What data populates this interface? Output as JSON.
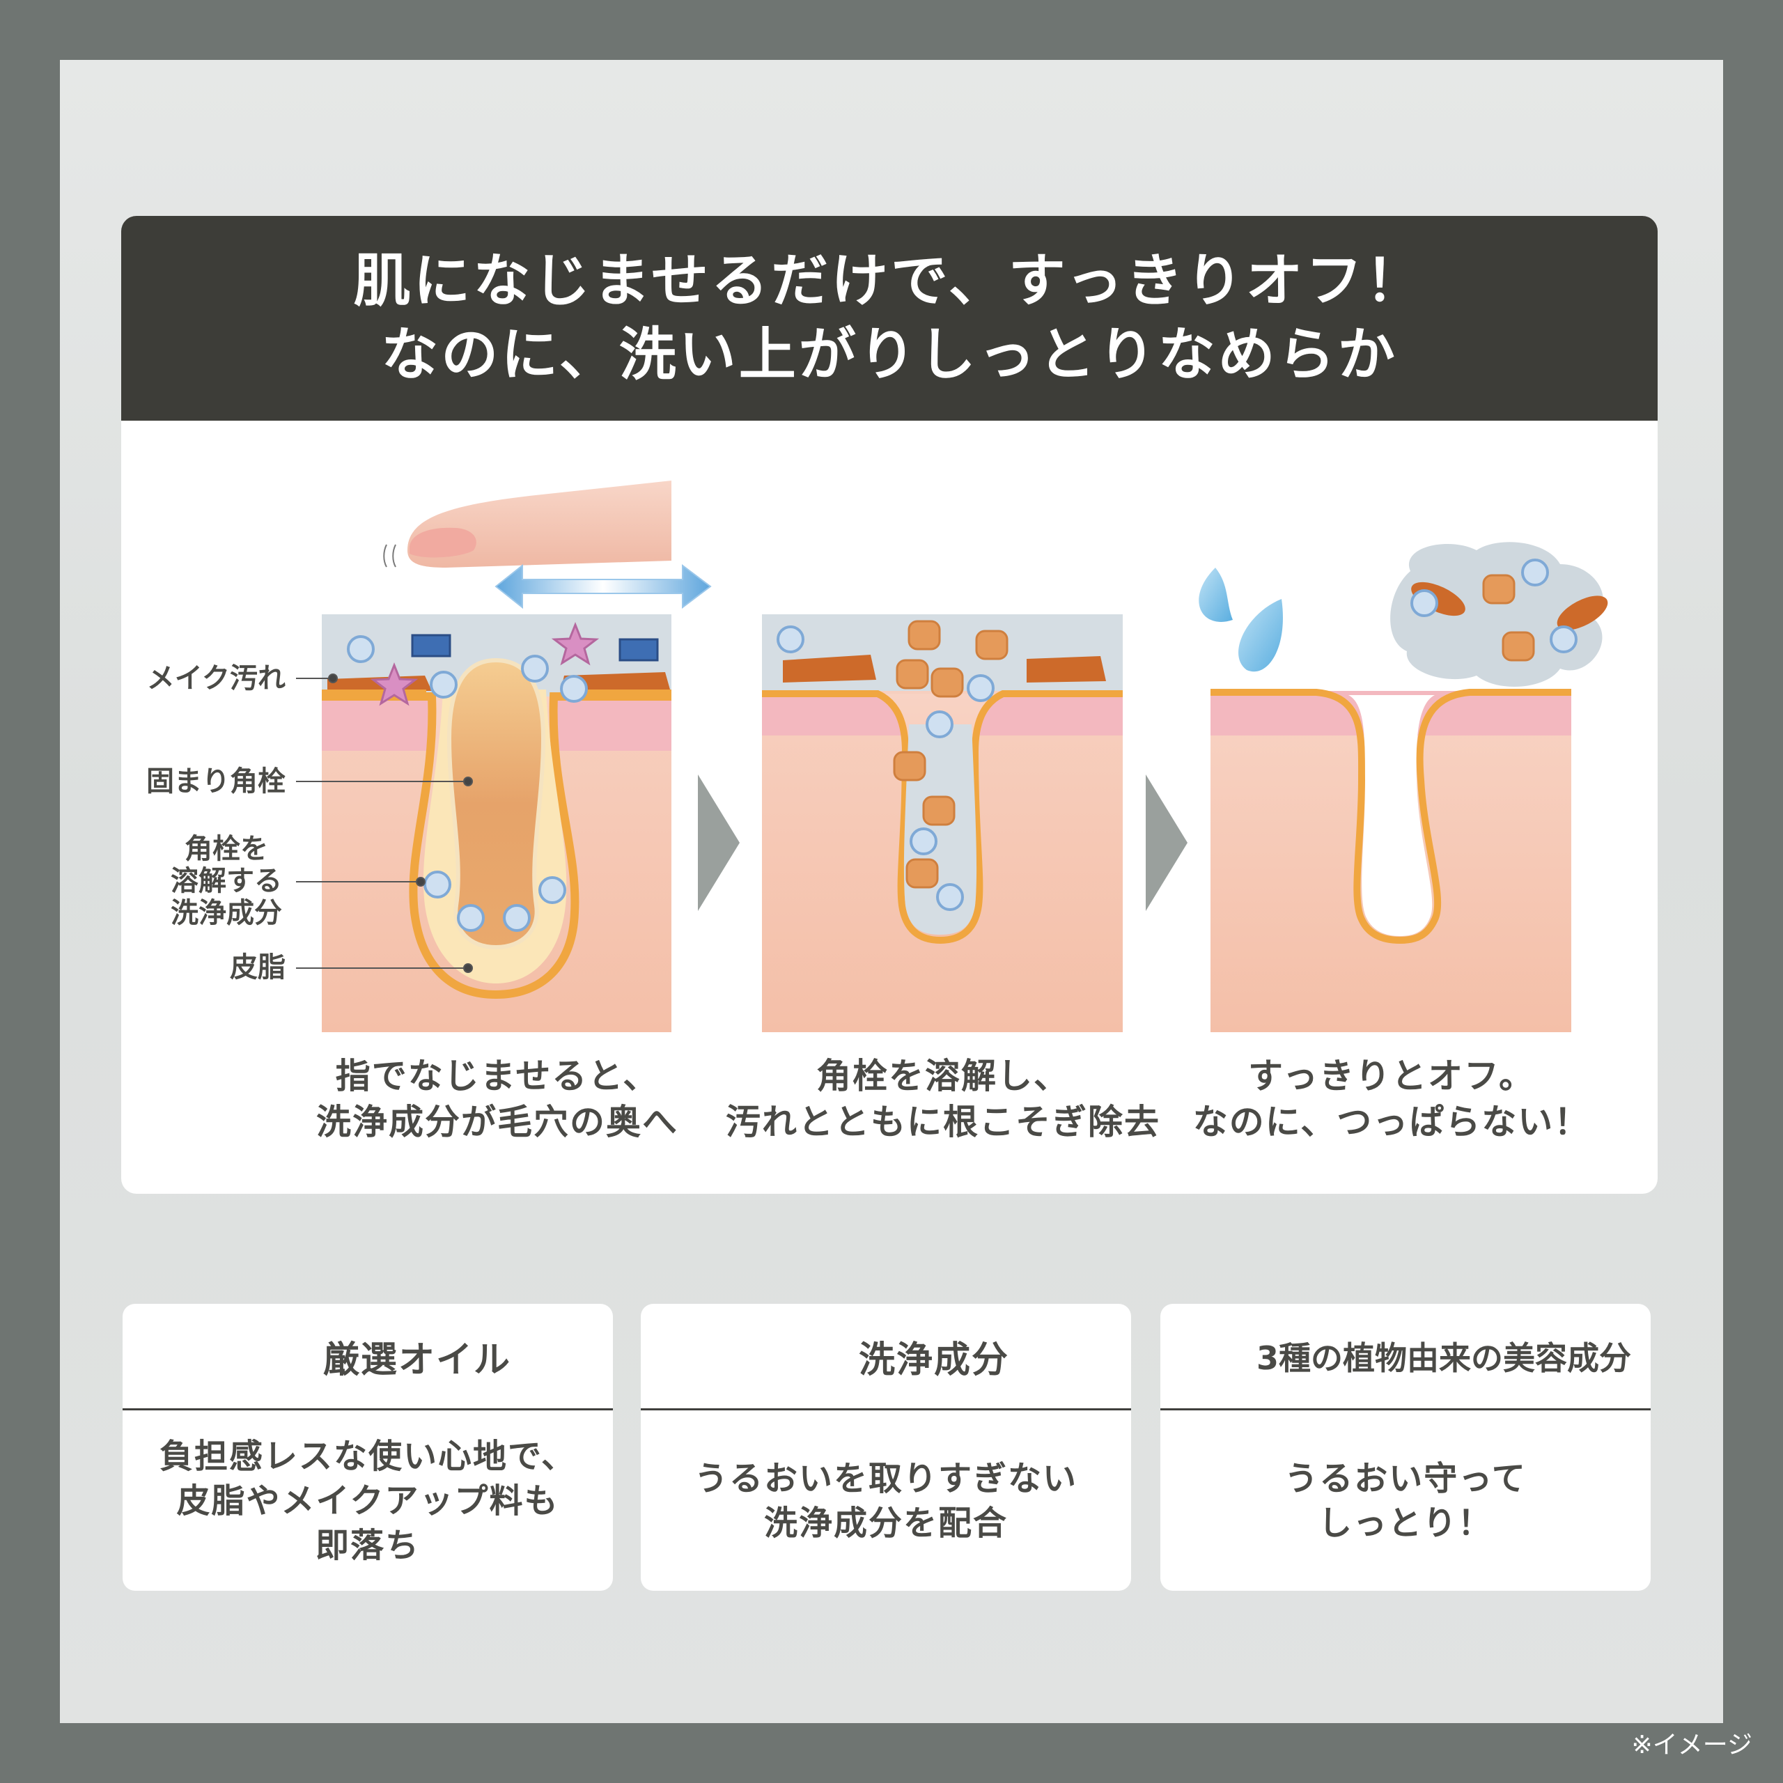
{
  "headline": {
    "line1": "肌になじませるだけで、すっきりオフ！",
    "line2": "なのに、洗い上がりしっとりなめらか"
  },
  "callouts": {
    "makeup": "メイク汚れ",
    "plug": "固まり角栓",
    "cleanser_l1": "角栓を",
    "cleanser_l2": "溶解する",
    "cleanser_l3": "洗浄成分",
    "sebum": "皮脂"
  },
  "steps": [
    {
      "line1": "指でなじませると、",
      "line2": "洗浄成分が毛穴の奥へ"
    },
    {
      "line1": "角栓を溶解し、",
      "line2": "汚れとともに根こそぎ除去"
    },
    {
      "line1": "すっきりとオフ。",
      "line2": "なのに、つっぱらない！"
    }
  ],
  "cards": [
    {
      "title": "厳選オイル",
      "icon": "light-gray-square",
      "color": "#d5dde3",
      "line1": "負担感レスな使い心地で、",
      "line2": "皮脂やメイクアップ料も",
      "line3": "即落ち"
    },
    {
      "title": "洗浄成分",
      "icon": "blue-rectangle",
      "color": "#4a79b8",
      "line1": "うるおいを取りすぎない",
      "line2": "洗浄成分を配合"
    },
    {
      "title": "3種の植物由来の美容成分",
      "icon": "pink-star",
      "color": "#d98fc3",
      "line1": "うるおい守って",
      "line2": "しっとり！"
    }
  ],
  "note": "※イメージ",
  "colors": {
    "headline_bar": "#3d3d38",
    "skin": "#f6cbb8",
    "pore_outline": "#f0a640",
    "oil": "#d5dde3",
    "makeup_dirt": "#cd6a2a",
    "arrow": "#9aa09d"
  }
}
